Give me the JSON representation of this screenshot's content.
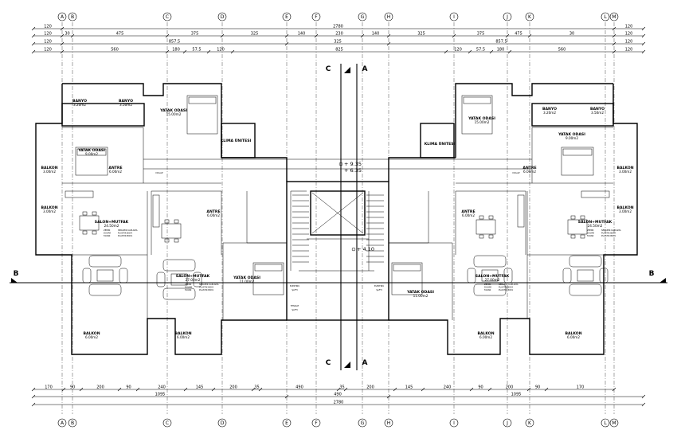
{
  "axes_top": [
    "A",
    "B",
    "C",
    "D",
    "E",
    "F",
    "G",
    "H",
    "I",
    "J",
    "K",
    "L",
    "M"
  ],
  "axes_bottom": [
    "A",
    "B",
    "C",
    "D",
    "E",
    "F",
    "G",
    "H",
    "I",
    "J",
    "K",
    "L",
    "M"
  ],
  "dims_top": {
    "row1": [
      "120",
      "2780",
      "120"
    ],
    "row2": [
      "120",
      "30",
      "475",
      "375",
      "325",
      "140",
      "230",
      "140",
      "325",
      "375",
      "475",
      "30",
      "120"
    ],
    "row3": [
      "120",
      "857.5",
      "325",
      "857.5",
      "120"
    ],
    "row4": [
      "120",
      "560",
      "180",
      "57.5",
      "120",
      "825",
      "120",
      "57.5",
      "180",
      "560",
      "120"
    ]
  },
  "dims_bottom": {
    "row1": [
      "170",
      "90",
      "200",
      "90",
      "240",
      "145",
      "200",
      "35",
      "490",
      "35",
      "200",
      "145",
      "240",
      "90",
      "200",
      "90",
      "170"
    ],
    "row2": [
      "1095",
      "490",
      "1095"
    ],
    "row3": [
      "2780"
    ]
  },
  "section_marks": {
    "cc": "C",
    "aa": "A",
    "bb": "B"
  },
  "levels": {
    "upper_a": "+ 9.35",
    "upper_b": "+ 6.35",
    "lower": "+ 4.10"
  },
  "rooms": [
    {
      "name": "BANYO",
      "area": "3.20m2"
    },
    {
      "name": "BANYO",
      "area": "3.50m2"
    },
    {
      "name": "YATAK ODASI",
      "area": "15.00m2"
    },
    {
      "name": "YATAK ODASI",
      "area": "9.00m2"
    },
    {
      "name": "KLIMA ÜNITESI",
      "area": ""
    },
    {
      "name": "ANTRE",
      "area": "6.00m2"
    },
    {
      "name": "BALKON",
      "area": "3.00m2"
    },
    {
      "name": "BALKON",
      "area": "3.00m2"
    },
    {
      "name": "SALON+MUTFAK",
      "area": "24.50m2"
    },
    {
      "name": "ANTRE",
      "area": "6.00m2"
    },
    {
      "name": "SALON+MUTFAK",
      "area": "27.00m2"
    },
    {
      "name": "YATAK ODASI",
      "area": "11.00m2"
    },
    {
      "name": "BALKON",
      "area": "6.00m2"
    },
    {
      "name": "BALKON",
      "area": "6.00m2"
    },
    {
      "name": "YATAK ODASI",
      "area": "11.00m2"
    },
    {
      "name": "BALKON",
      "area": "6.00m2"
    },
    {
      "name": "BALKON",
      "area": "6.00m2"
    },
    {
      "name": "SALON+MUTFAK",
      "area": "27.00m2"
    },
    {
      "name": "SALON+MUTFAK",
      "area": "24.50m2"
    },
    {
      "name": "ANTRE",
      "area": "6.00m2"
    },
    {
      "name": "YATAK ODASI",
      "area": "9.00m2"
    },
    {
      "name": "YATAK ODASI",
      "area": "15.00m2"
    },
    {
      "name": "BANYO",
      "area": "3.50m2"
    },
    {
      "name": "BANYO",
      "area": "3.20m2"
    },
    {
      "name": "KLIMA ÜNITESI",
      "area": ""
    },
    {
      "name": "BALKON",
      "area": "3.00m2"
    },
    {
      "name": "BALKON",
      "area": "3.00m2"
    },
    {
      "name": "ANTRE",
      "area": "6.00m2"
    }
  ],
  "finishes": [
    "ZEMIN",
    "SERAMIK KAPLAMA",
    "DUVAR",
    "PLASTIK BOYA",
    "TAVAN",
    "PLASTIK BOYA"
  ],
  "labels": {
    "elektrik_a": "ELEKTRIK",
    "elektrik_b": "ELEKTRIK",
    "tesisat": "TESISAT",
    "saft": "ŞAFTI",
    "dolap": "DOLAP"
  }
}
